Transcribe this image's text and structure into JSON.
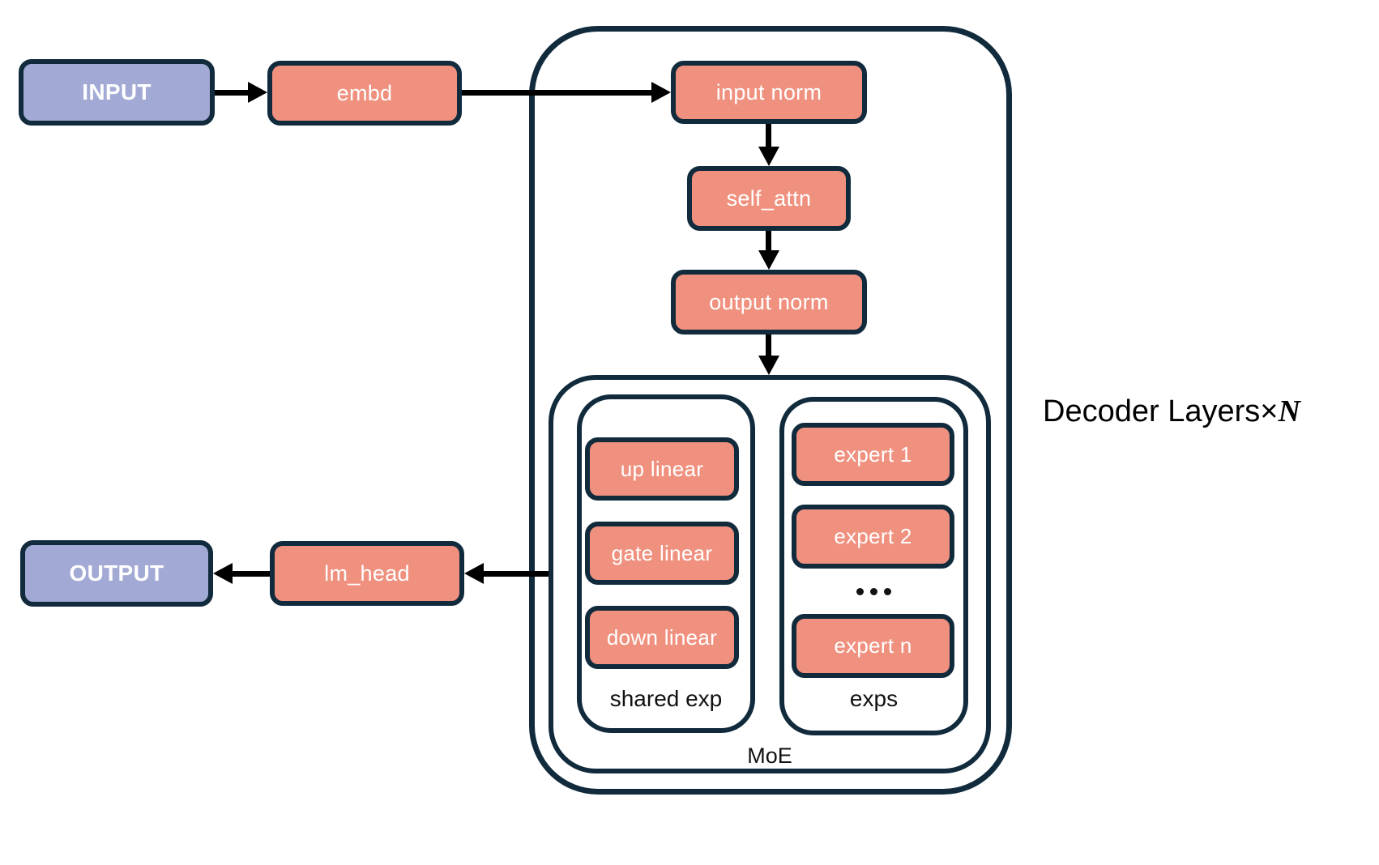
{
  "diagram": {
    "input_label": "INPUT",
    "embd_label": "embd",
    "decoder": {
      "caption_prefix": "Decoder Layers×",
      "caption_n": "N",
      "input_norm_label": "input norm",
      "self_attn_label": "self_attn",
      "output_norm_label": "output norm",
      "moe": {
        "label": "MoE",
        "shared_exp": {
          "label": "shared exp",
          "boxes": [
            "up linear",
            "gate linear",
            "down linear"
          ]
        },
        "exps": {
          "label": "exps",
          "boxes": [
            "expert 1",
            "expert 2",
            "expert n"
          ]
        }
      }
    },
    "lm_head_label": "lm_head",
    "output_label": "OUTPUT",
    "colors": {
      "io_fill": "#a2a9d4",
      "module_fill": "#f0917f",
      "outline": "#112b3d",
      "arrow": "#000000",
      "background": "#ffffff"
    }
  }
}
